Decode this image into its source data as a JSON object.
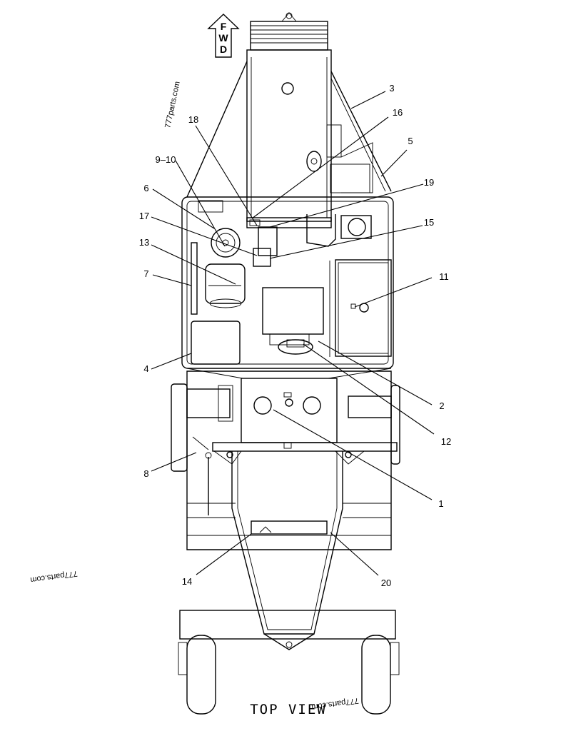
{
  "fwd_arrow": {
    "letters": [
      "F",
      "W",
      "D"
    ]
  },
  "title": "TOP VIEW",
  "watermarks": [
    "777parts.com",
    "777parts.com",
    "777parts.com"
  ],
  "callouts": [
    "1",
    "2",
    "3",
    "4",
    "5",
    "6",
    "7",
    "8",
    "9–10",
    "11",
    "12",
    "13",
    "14",
    "15",
    "16",
    "17",
    "18",
    "19",
    "20"
  ]
}
